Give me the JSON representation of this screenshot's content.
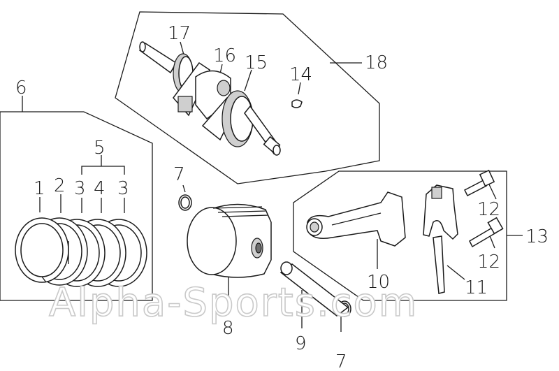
{
  "watermark": "Alpha-Sports.com",
  "callouts": {
    "c1": "1",
    "c2": "2",
    "c3a": "3",
    "c4": "4",
    "c3b": "3",
    "c5": "5",
    "c6": "6",
    "c7a": "7",
    "c7b": "7",
    "c8": "8",
    "c9": "9",
    "c10": "10",
    "c11": "11",
    "c12a": "12",
    "c12b": "12",
    "c13": "13",
    "c14": "14",
    "c15": "15",
    "c16": "16",
    "c17": "17",
    "c18": "18"
  }
}
